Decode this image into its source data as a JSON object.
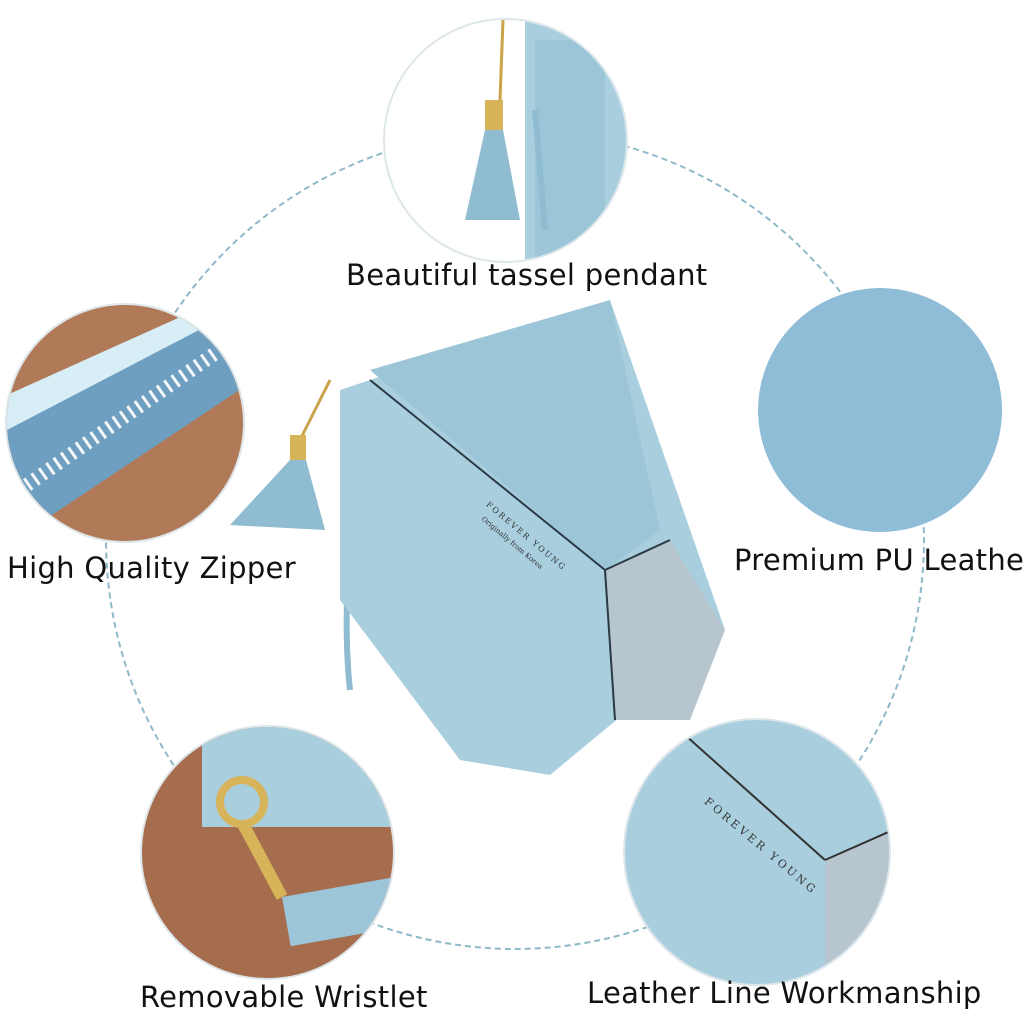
{
  "features": [
    {
      "id": "tassel",
      "label": "Beautiful tassel pendant"
    },
    {
      "id": "zipper",
      "label": "High Quality Zipper"
    },
    {
      "id": "leather",
      "label": "Premium PU Leather"
    },
    {
      "id": "wristlet",
      "label": "Removable Wristlet"
    },
    {
      "id": "workmanship",
      "label": "Leather Line Workmanship"
    }
  ],
  "product": {
    "brand": "FOREVER YOUNG",
    "tagline": "Originally from Korea"
  },
  "colors": {
    "wallet_blue": "#9cc5d8",
    "wallet_grey": "#b7c6ce",
    "ring": "#8fb8c8",
    "wood": "#a0694a",
    "gold": "#d7b35a"
  }
}
